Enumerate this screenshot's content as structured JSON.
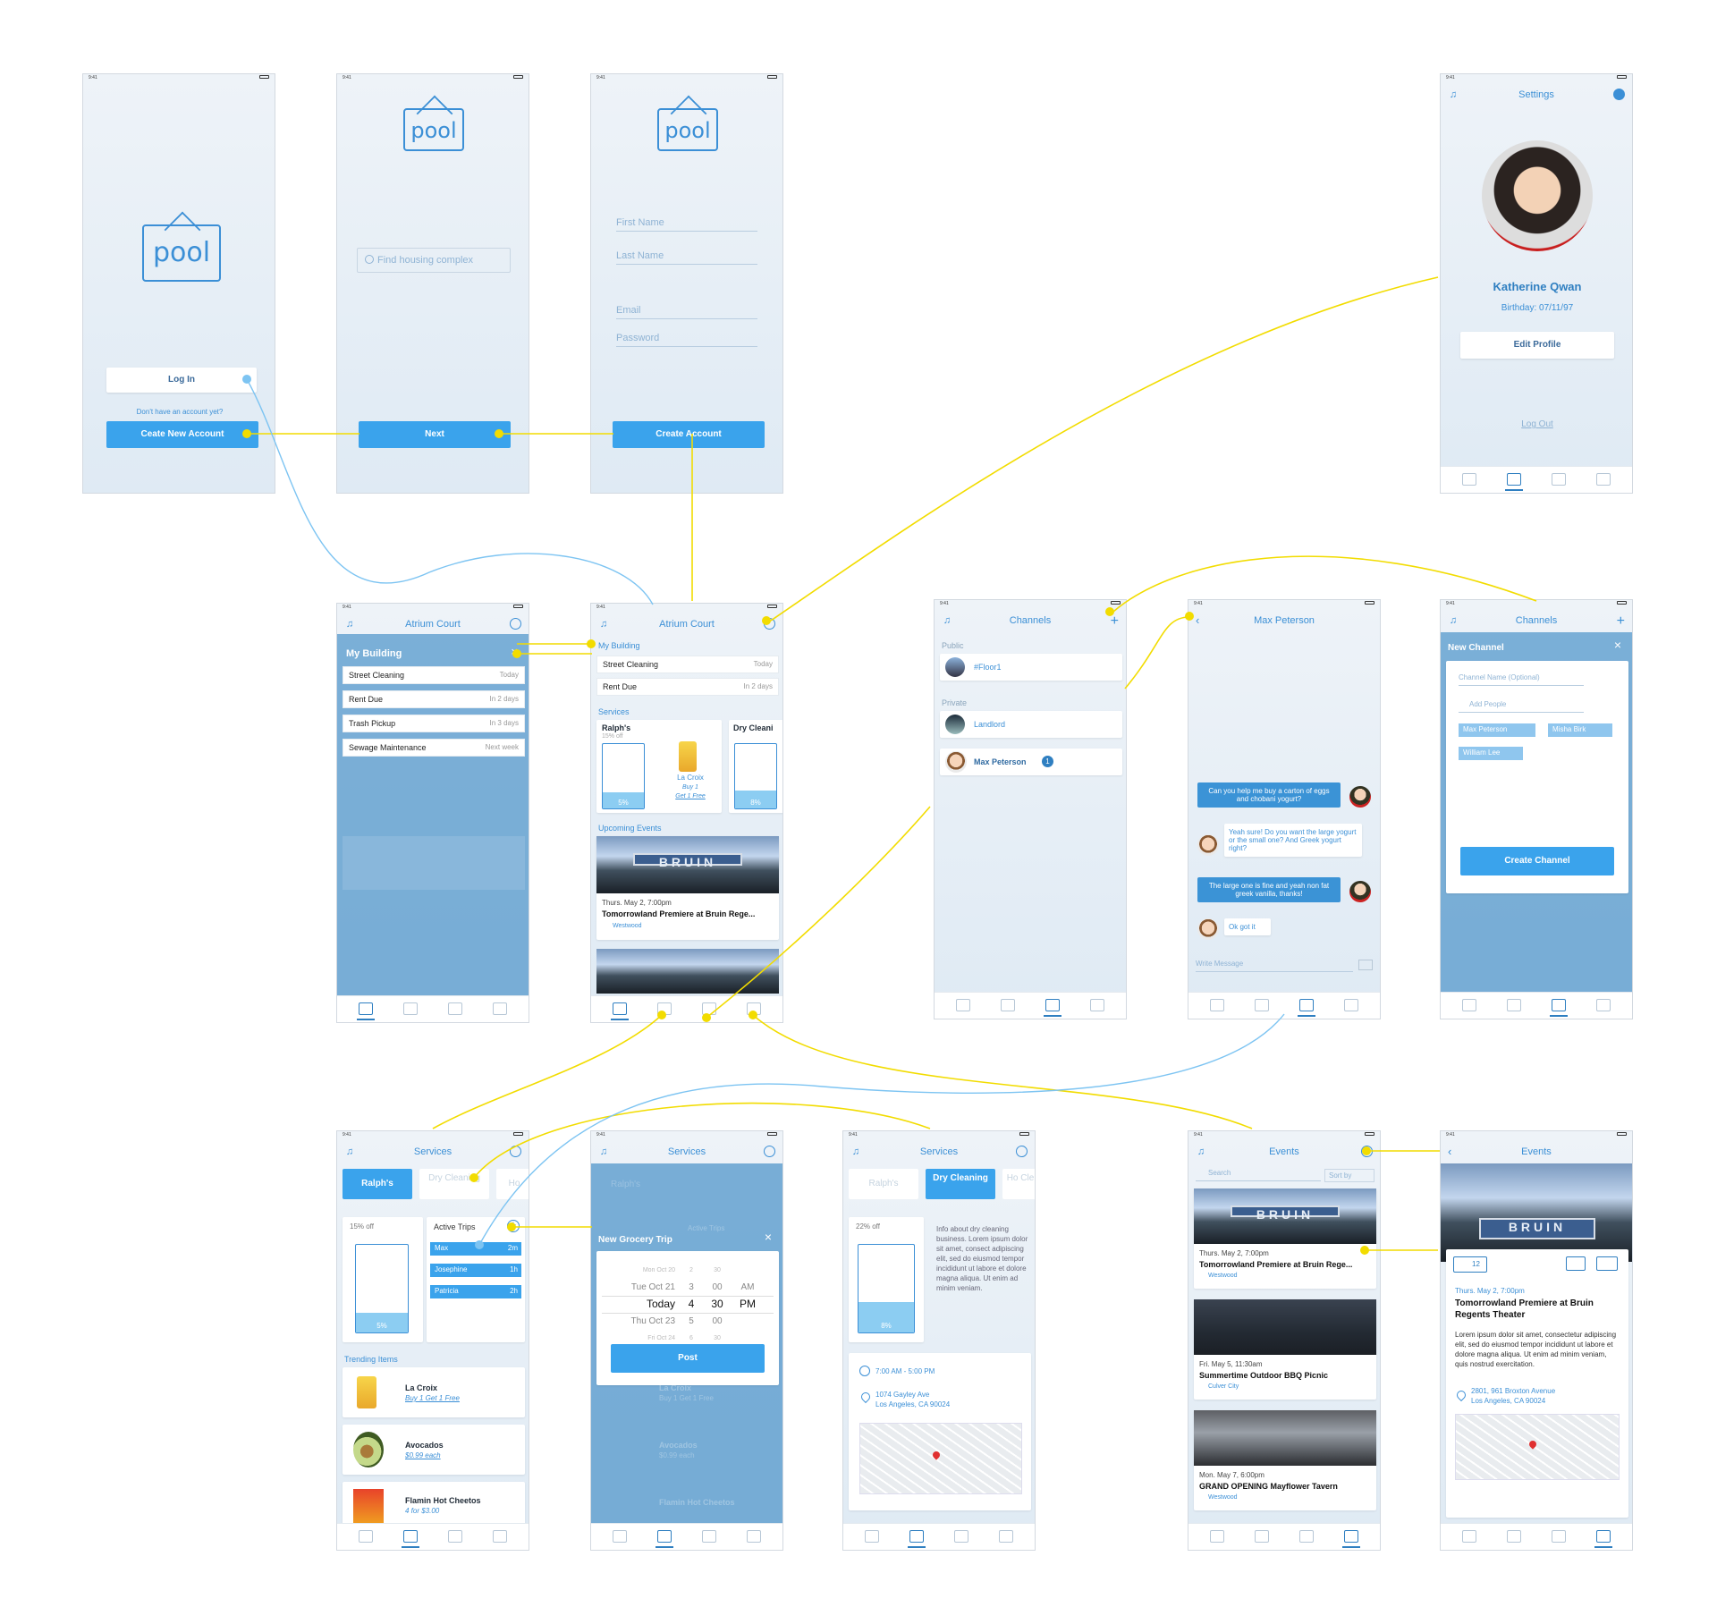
{
  "status_time": "9:41",
  "colors": {
    "accent": "#3aa3ec",
    "wire_yellow": "#f2dc00",
    "wire_blue": "#7dc4f2",
    "overlay": "#5e9ece"
  },
  "login": {
    "logo": "pool",
    "login_label": "Log In",
    "no_account": "Don't have an account yet?",
    "create_label": "Ceate New Account"
  },
  "find": {
    "logo": "pool",
    "search_placeholder": "Find housing complex",
    "next_label": "Next"
  },
  "signup": {
    "logo": "pool",
    "first": "First Name",
    "last": "Last Name",
    "email": "Email",
    "password": "Password",
    "create_label": "Create Account"
  },
  "settings": {
    "title": "Settings",
    "name": "Katherine Qwan",
    "birthday": "Birthday: 07/11/97",
    "edit_label": "Edit Profile",
    "logout_label": "Log Out"
  },
  "building_overlay": {
    "title": "Atrium Court",
    "panel": "My Building",
    "rows": [
      {
        "name": "Street Cleaning",
        "when": "Today"
      },
      {
        "name": "Rent Due",
        "when": "In 2 days"
      },
      {
        "name": "Trash Pickup",
        "when": "In 3 days"
      },
      {
        "name": "Sewage Maintenance",
        "when": "Next week"
      }
    ]
  },
  "home": {
    "title": "Atrium Court",
    "my_building": "My Building",
    "rows": [
      {
        "name": "Street Cleaning",
        "when": "Today"
      },
      {
        "name": "Rent Due",
        "when": "In 2 days"
      }
    ],
    "services": "Services",
    "ralphs": "Ralph's",
    "ralphs_sub": "15% off",
    "lacroix": "La Croix",
    "buy": "Buy 1",
    "get": "Get 1 Free",
    "dry": "Dry Cleani",
    "pct5": "5%",
    "pct8": "8%",
    "upcoming": "Upcoming Events",
    "ev_date": "Thurs. May 2, 7:00pm",
    "ev_title": "Tomorrowland Premiere at Bruin Rege...",
    "ev_loc": "Westwood",
    "marquee": "BRUIN"
  },
  "channels": {
    "title": "Channels",
    "public": "Public",
    "floor": "#Floor1",
    "private": "Private",
    "landlord": "Landlord",
    "max": "Max Peterson",
    "badge": "1"
  },
  "chat": {
    "title": "Max Peterson",
    "m1": "Can you help me buy a carton of eggs and chobani yogurt?",
    "m2": "Yeah sure! Do you want the large yogurt or the small one? And Greek yogurt right?",
    "m3": "The large one is fine and yeah non fat greek vanilla, thanks!",
    "m4": "Ok got it",
    "write": "Write Message"
  },
  "new_channel": {
    "title": "Channels",
    "panel": "New Channel",
    "name_ph": "Channel Name (Optional)",
    "add": "Add People",
    "chips": [
      "Max Peterson",
      "Misha Birk",
      "William Lee"
    ],
    "create": "Create Channel"
  },
  "services1": {
    "title": "Services",
    "tab_ralphs": "Ralph's",
    "tab_dry": "Dry Cleaning",
    "tab_ho": "Ho",
    "off": "15% off",
    "pct": "5%",
    "active": "Active Trips",
    "trips": [
      {
        "name": "Max",
        "t": "2m"
      },
      {
        "name": "Josephine",
        "t": "1h"
      },
      {
        "name": "Patricia",
        "t": "2h"
      }
    ],
    "trending": "Trending Items",
    "items": [
      {
        "name": "La Croix",
        "deal": "Buy 1 Get 1 Free"
      },
      {
        "name": "Avocados",
        "deal": "$0.99 each"
      },
      {
        "name": "Flamin Hot Cheetos",
        "deal": "4 for $3.00"
      }
    ]
  },
  "services2": {
    "title": "Services",
    "panel": "New Grocery Trip",
    "active": "Active Trips",
    "p1": [
      "Mon Oct 20",
      "Tue Oct 21",
      "Today",
      "Thu Oct 23",
      "Fri Oct 24"
    ],
    "p2": [
      "2",
      "3",
      "4",
      "5",
      "6"
    ],
    "p3": [
      "30",
      "00",
      "30",
      "00",
      "30"
    ],
    "p4": [
      "",
      "AM",
      "PM",
      "",
      ""
    ],
    "post": "Post",
    "ghost1": "Ralph's",
    "ghost2": "La Croix",
    "ghost3": "Buy 1 Get 1 Free",
    "ghost4": "Avocados",
    "ghost5": "$0.99 each",
    "ghost6": "Flamin Hot Cheetos"
  },
  "services3": {
    "title": "Services",
    "tab_ralphs": "Ralph's",
    "tab_dry": "Dry Cleaning",
    "tab_ho": "Ho Cle",
    "off": "22% off",
    "pct": "8%",
    "info": "Info about dry cleaning business. Lorem ipsum dolor sit amet, consect adipiscing elit, sed do eiusmod tempor incididunt ut labore et dolore magna aliqua. Ut enim ad minim veniam.",
    "hours": "7:00 AM - 5:00 PM",
    "addr1": "1074 Gayley Ave",
    "addr2": "Los Angeles, CA 90024"
  },
  "events": {
    "title": "Events",
    "search": "Search",
    "sort": "Sort by",
    "list": [
      {
        "date": "Thurs. May 2, 7:00pm",
        "title": "Tomorrowland Premiere at Bruin Rege...",
        "loc": "Westwood"
      },
      {
        "date": "Fri. May 5, 11:30am",
        "title": "Summertime Outdoor BBQ  Picnic",
        "loc": "Culver City"
      },
      {
        "date": "Mon. May 7, 6:00pm",
        "title": "GRAND OPENING Mayflower Tavern",
        "loc": "Westwood"
      }
    ]
  },
  "event_detail": {
    "title": "Events",
    "likes": "12",
    "date": "Thurs. May 2, 7:00pm",
    "title_text": "Tomorrowland Premiere at Bruin Regents Theater",
    "body": "Lorem ipsum dolor sit amet, consectetur adipiscing elit, sed do eiusmod tempor incididunt ut labore et dolore magna aliqua. Ut enim ad minim veniam, quis nostrud exercitation.",
    "addr1": "2801, 961 Broxton Avenue",
    "addr2": "Los Angeles, CA 90024"
  }
}
